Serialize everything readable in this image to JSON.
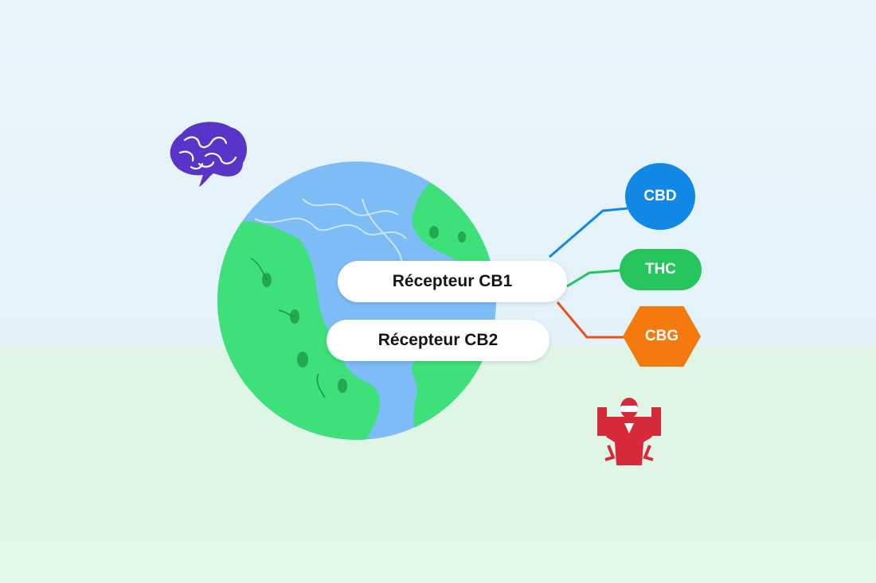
{
  "receptors": {
    "cb1": "Récepteur CB1",
    "cb2": "Récepteur CB2"
  },
  "cannabinoids": {
    "cbd": "CBD",
    "thc": "THC",
    "cbg": "CBG"
  },
  "icons": {
    "brain": "brain-icon",
    "body": "human-body-icon",
    "globe": "globe-icon"
  },
  "colors": {
    "cbd": "#1288e6",
    "thc": "#25c45d",
    "cbg": "#f57a0d",
    "brain": "#5a34c9",
    "body": "#d62a3a",
    "ocean": "#7dbcf6",
    "land": "#3ee07a"
  }
}
